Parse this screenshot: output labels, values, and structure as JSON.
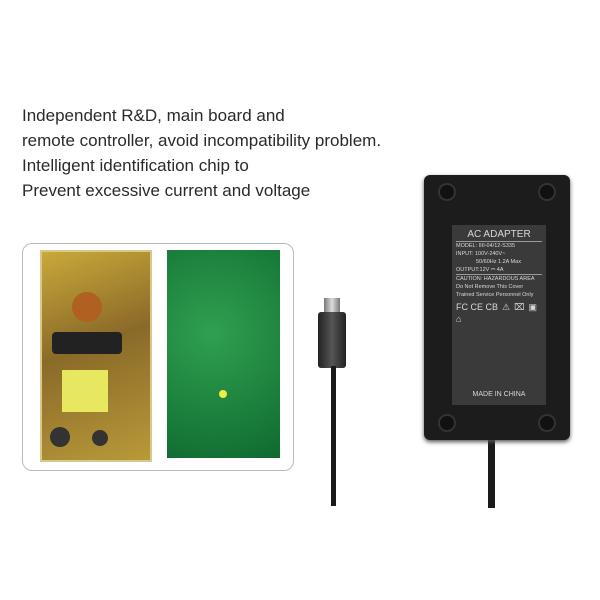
{
  "caption": {
    "lines": [
      "Independent R&D, main board and",
      "remote controller, avoid incompatibility problem.",
      "Intelligent identification chip to",
      "Prevent excessive current and voltage"
    ]
  },
  "label": {
    "title": "AC ADAPTER",
    "model": "MODEL: IIII-04/12-S335",
    "input": "INPUT: 100V-240V~",
    "freq": "50/60Hz 1.2A Max",
    "output": "OUTPUT:12V ⎓ 4A",
    "caution": "CAUTION:  HAZARDOUS AREA",
    "warn1": "Do Not Remove This Cover",
    "warn2": "Trained Service Personnel Only",
    "certs": "FC CE CB",
    "made": "MADE IN CHINA"
  }
}
